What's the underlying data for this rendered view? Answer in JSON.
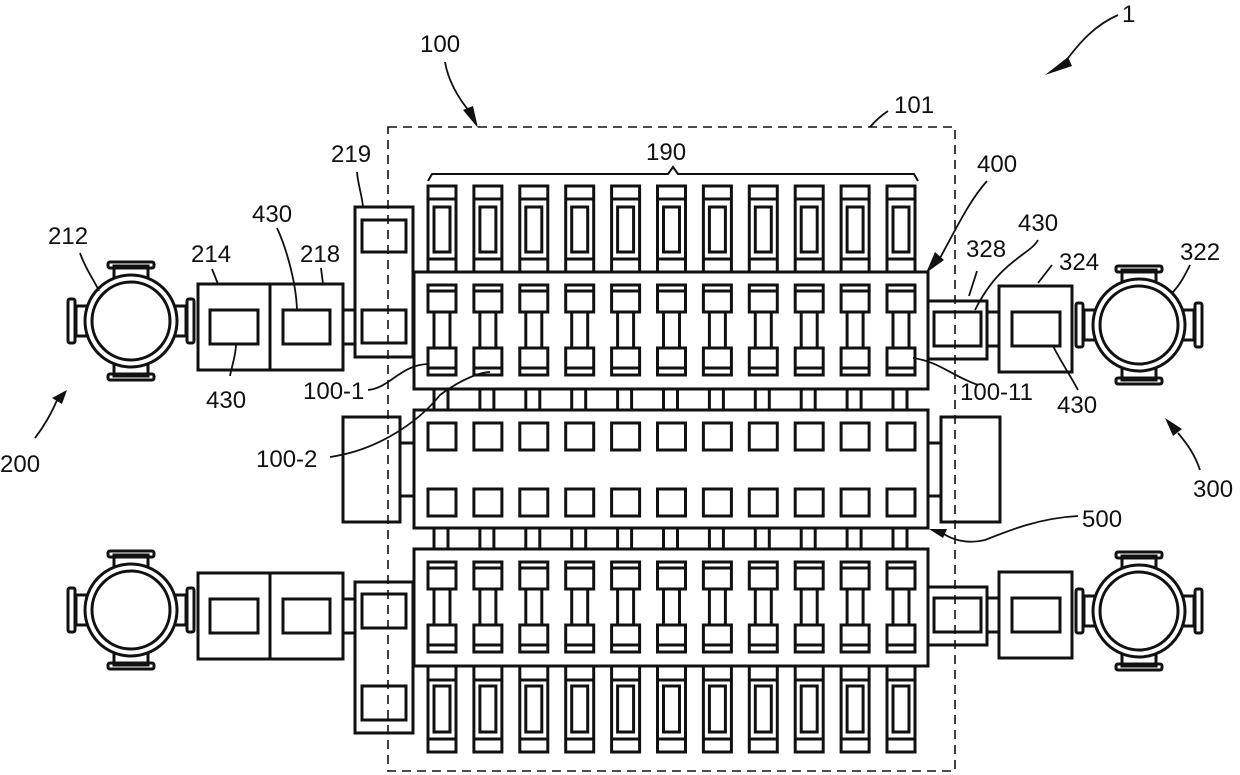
{
  "figure": {
    "type": "semiconductor substrate processing system layout",
    "reference_labels": {
      "system": "1",
      "process_module_assembly": "100",
      "enclosure_boundary": "101",
      "process_chambers_group": "190",
      "load_port_side": "200",
      "load_port_chamber": "212",
      "load_lock_first": "214",
      "load_lock_second": "218",
      "transfer_buffer": "219",
      "unload_port_side": "300",
      "unload_port_chamber": "322",
      "unload_lock": "324",
      "unload_buffer": "328",
      "transfer_robot": "430",
      "transfer_rail": "400",
      "module_first": "100-1",
      "module_second": "100-2",
      "module_last": "100-11",
      "support_frame": "500"
    },
    "callouts": [
      {
        "id": "lbl-1",
        "text": "1"
      },
      {
        "id": "lbl-100",
        "text": "100"
      },
      {
        "id": "lbl-101",
        "text": "101"
      },
      {
        "id": "lbl-190",
        "text": "190"
      },
      {
        "id": "lbl-200",
        "text": "200"
      },
      {
        "id": "lbl-212",
        "text": "212"
      },
      {
        "id": "lbl-214",
        "text": "214"
      },
      {
        "id": "lbl-218",
        "text": "218"
      },
      {
        "id": "lbl-219",
        "text": "219"
      },
      {
        "id": "lbl-430-a",
        "text": "430"
      },
      {
        "id": "lbl-430-b",
        "text": "430"
      },
      {
        "id": "lbl-100-1",
        "text": "100-1"
      },
      {
        "id": "lbl-100-2",
        "text": "100-2"
      },
      {
        "id": "lbl-400",
        "text": "400"
      },
      {
        "id": "lbl-328",
        "text": "328"
      },
      {
        "id": "lbl-430-c",
        "text": "430"
      },
      {
        "id": "lbl-324",
        "text": "324"
      },
      {
        "id": "lbl-322",
        "text": "322"
      },
      {
        "id": "lbl-100-11",
        "text": "100-11"
      },
      {
        "id": "lbl-430-d",
        "text": "430"
      },
      {
        "id": "lbl-300",
        "text": "300"
      },
      {
        "id": "lbl-500",
        "text": "500"
      }
    ],
    "module_count_per_row": 11,
    "stroke_color": "#111111",
    "background_color": "#ffffff"
  }
}
